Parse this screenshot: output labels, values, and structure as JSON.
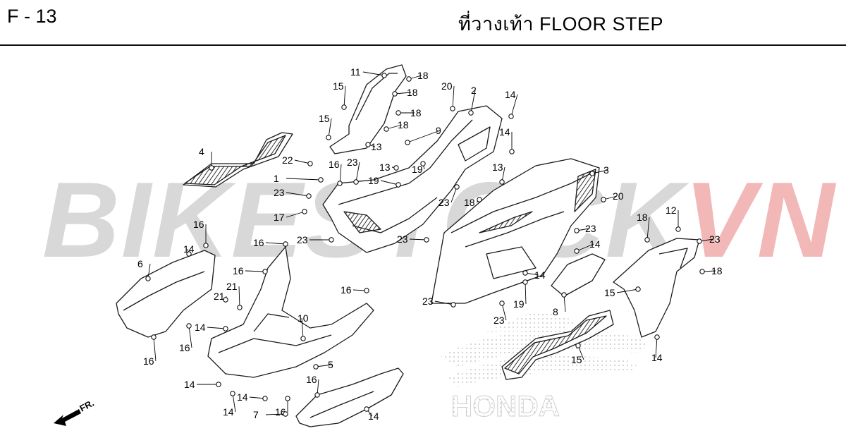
{
  "header": {
    "page_code": "F - 13",
    "title": "ที่วางเท้า  FLOOR STEP"
  },
  "watermark": {
    "main": "BIKESTOCK",
    "accent": "VN",
    "accent_color": "#f2b8b8",
    "main_color": "#d8d8d8"
  },
  "direction_label": "FR.",
  "brand_mark": "HONDA",
  "callouts": [
    "11",
    "18",
    "15",
    "18",
    "18",
    "15",
    "18",
    "13",
    "9",
    "20",
    "2",
    "14",
    "14",
    "4",
    "22",
    "1",
    "16",
    "23",
    "13",
    "19",
    "19",
    "13",
    "3",
    "23",
    "20",
    "17",
    "23",
    "18",
    "18",
    "12",
    "23",
    "23",
    "16",
    "23",
    "14",
    "16",
    "6",
    "16",
    "21",
    "23",
    "14",
    "16",
    "14",
    "10",
    "14",
    "19",
    "15",
    "18",
    "8",
    "23",
    "23",
    "16",
    "16",
    "21",
    "5",
    "15",
    "14",
    "16",
    "14",
    "14",
    "14",
    "16",
    "7",
    "14"
  ]
}
